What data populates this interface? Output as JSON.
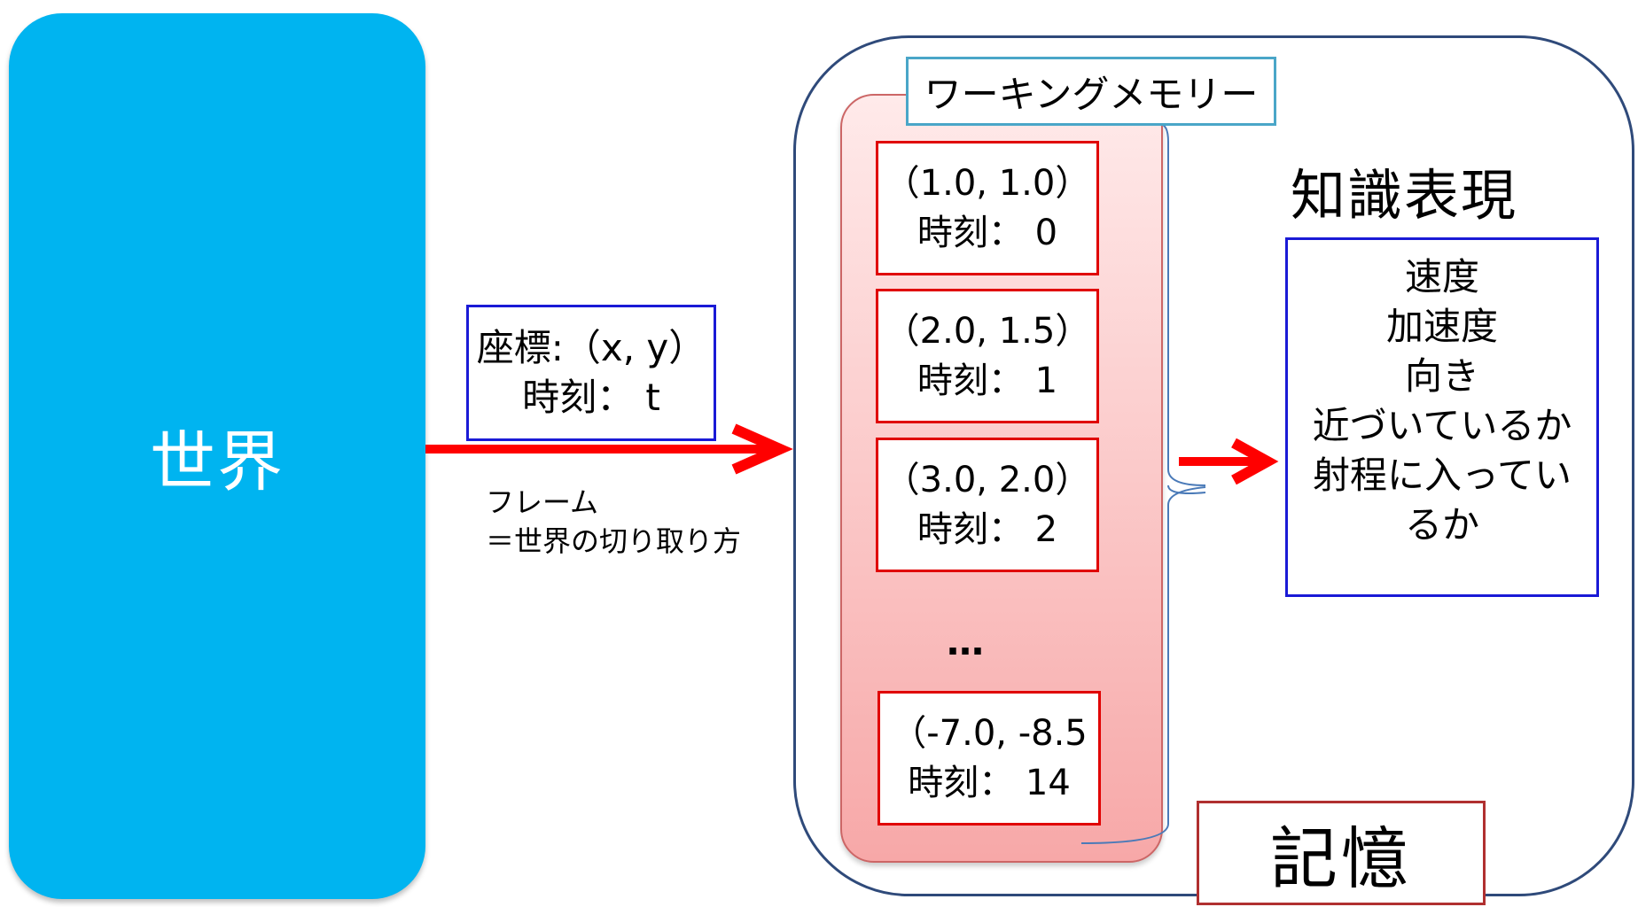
{
  "world": {
    "label": "世界",
    "color": "#00b4f0"
  },
  "input": {
    "line1": "座標:（x, y）",
    "line2": "時刻：  t"
  },
  "frame_caption": {
    "line1": "フレーム",
    "line2": "＝世界の切り取り方"
  },
  "working_memory": {
    "title": "ワーキングメモリー",
    "frames": [
      {
        "coord": "（1.0, 1.0）",
        "time": "時刻：  0"
      },
      {
        "coord": "（2.0, 1.5）",
        "time": "時刻：  1"
      },
      {
        "coord": "（3.0, 2.0）",
        "time": "時刻：  2"
      }
    ],
    "ellipsis": "…",
    "last_frame": {
      "coord": "（-7.0, -8.5",
      "time": "時刻：  14"
    }
  },
  "knowledge": {
    "title": "知識表現",
    "items": [
      "速度",
      "加速度",
      "向き",
      "近づいているか",
      "射程に入ってい",
      "るか"
    ]
  },
  "memory": {
    "label": "記憶"
  },
  "colors": {
    "arrow": "#ff0000",
    "blue_border": "#1a1ad6",
    "red_border": "#e00000",
    "memory_border": "#2f4a7a"
  }
}
